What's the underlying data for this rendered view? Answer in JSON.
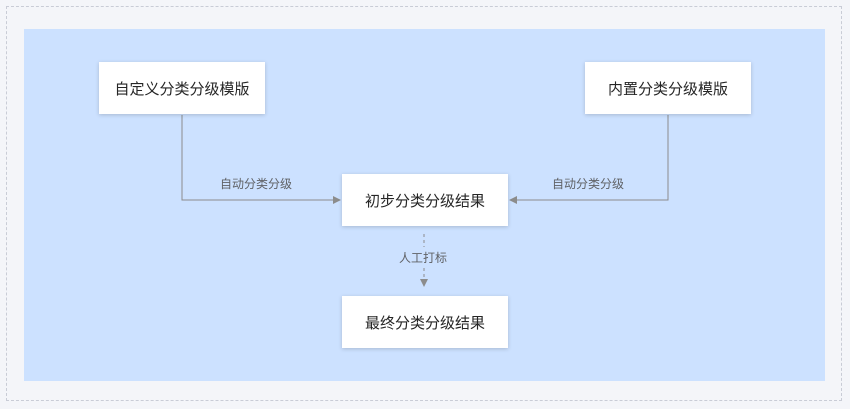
{
  "diagram": {
    "nodes": {
      "custom_template": "自定义分类分级模版",
      "builtin_template": "内置分类分级模版",
      "preliminary_result": "初步分类分级结果",
      "final_result": "最终分类分级结果"
    },
    "edges": {
      "custom_to_preliminary": "自动分类分级",
      "builtin_to_preliminary": "自动分类分级",
      "preliminary_to_final": "人工打标"
    },
    "colors": {
      "canvas_bg": "#cce1ff",
      "node_bg": "#ffffff",
      "edge_line": "#8c8c8c",
      "label_text": "#606266"
    }
  }
}
